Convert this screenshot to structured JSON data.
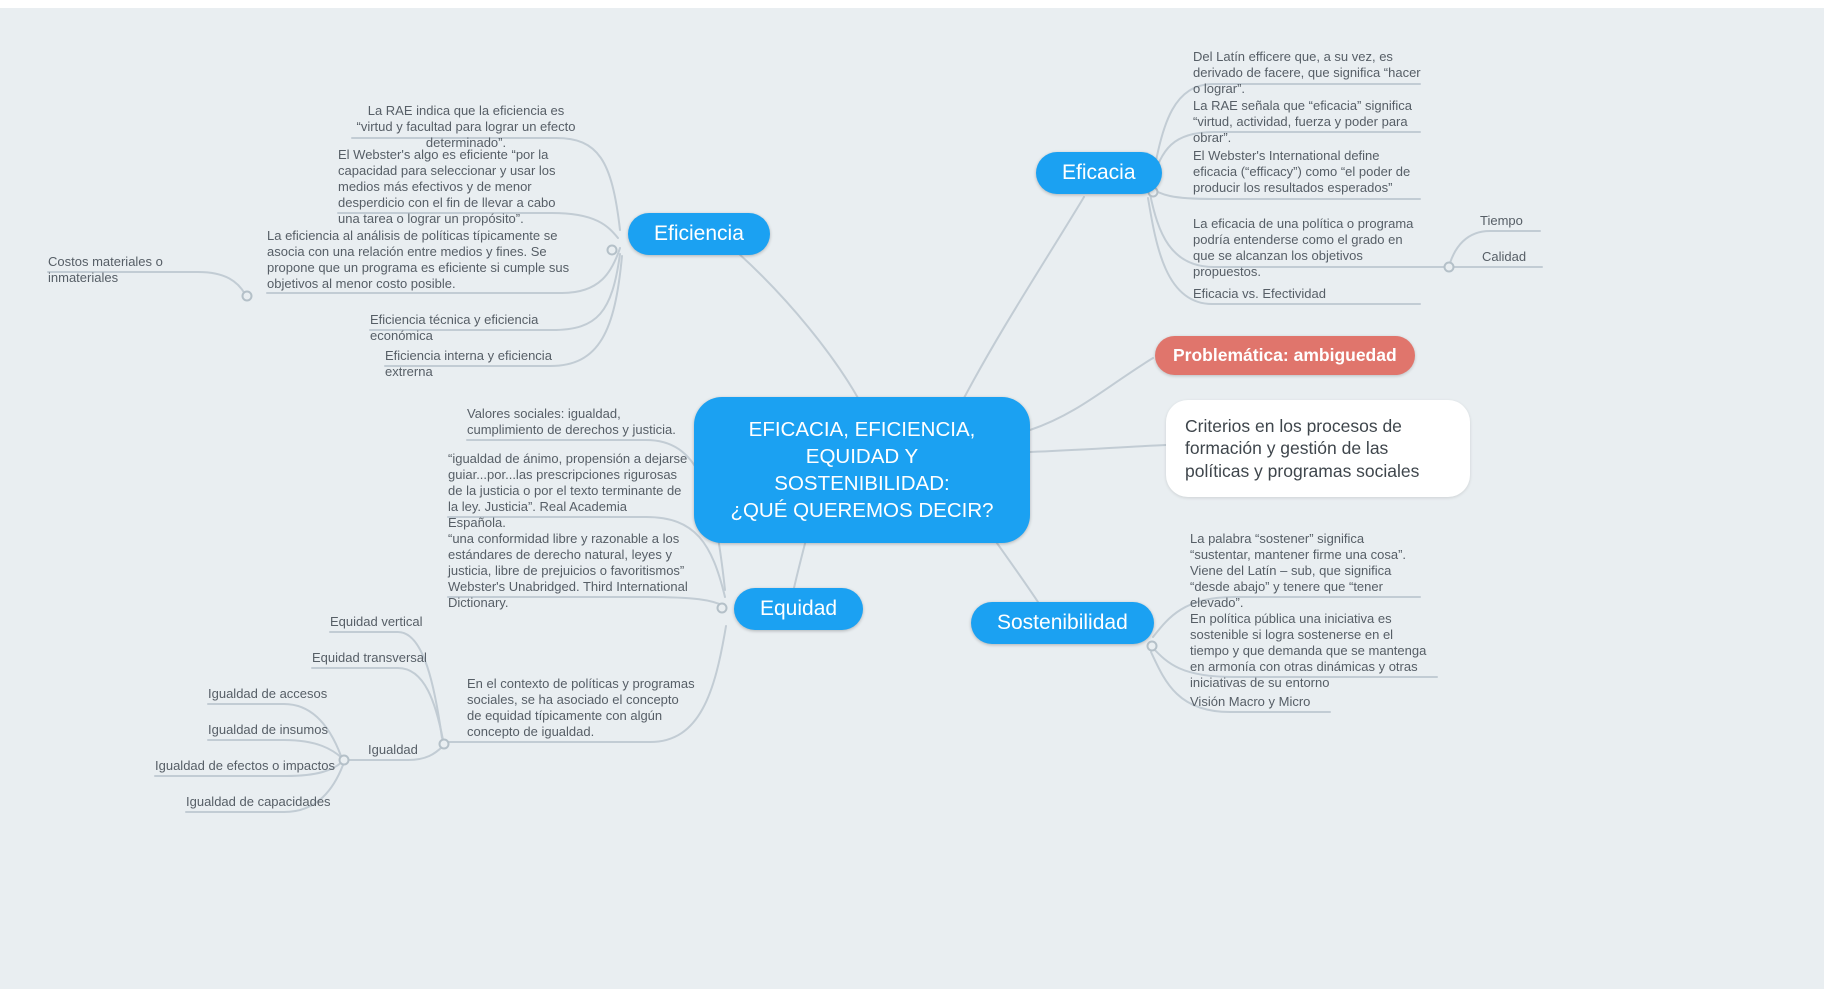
{
  "colors": {
    "background": "#e9eef1",
    "topic_blue": "#1ba1f2",
    "alert_red": "#e0756c",
    "wire_gray": "#c2ccd4",
    "text_gray": "#565e66"
  },
  "central": {
    "label": "EFICACIA, EFICIENCIA,\nEQUIDAD Y SOSTENIBILIDAD:\n¿QUÉ QUEREMOS DECIR?"
  },
  "problematica": {
    "label": "Problemática: ambiguedad"
  },
  "criterios": {
    "label": "Criterios en los procesos de formación y gestión de las políticas y programas sociales"
  },
  "eficiencia": {
    "label": "Eficiencia",
    "rae": "La RAE indica que la eficiencia es  “virtud y facultad para lograr un efecto determinado”.",
    "webster": "El Webster's algo es eficiente “por la capacidad para seleccionar y usar los medios más efectivos y de menor desperdicio con el fin de llevar a cabo una tarea o lograr un propósito”.",
    "analisis": "La eficiencia al análisis de políticas típicamente se asocia con una relación entre medios y fines. Se propone que un programa es eficiente si cumple sus objetivos al menor costo posible.",
    "costos": "Costos materiales o inmateriales",
    "tecnica": "Eficiencia técnica y eficiencia económica",
    "interna": "Eficiencia interna y eficiencia extrerna"
  },
  "eficacia": {
    "label": "Eficacia",
    "latin": "Del Latín efficere que, a su vez, es derivado de facere, que significa “hacer o lograr”.",
    "rae": "La RAE señala que “eficacia” significa “virtud, actividad, fuerza y poder para obrar”.",
    "webster": "El Webster's International define eficacia (“efficacy”) como “el poder de producir los resultados esperados”",
    "grado": "La eficacia de una política o programa podría entenderse como el grado en que se alcanzan los objetivos propuestos.",
    "tiempo": "Tiempo",
    "calidad": "Calidad",
    "vs": "Eficacia vs. Efectividad"
  },
  "equidad": {
    "label": "Equidad",
    "valores": "Valores sociales: igualdad, cumplimiento de derechos y justicia.",
    "animo": "“igualdad de ánimo, propensión a dejarse guiar...por...las prescripciones rigurosas de la justicia o por el texto terminante de la ley.  Justicia”.  Real Academia Española.",
    "conformidad": "“una conformidad libre y razonable a los estándares de derecho natural, leyes y justicia, libre de prejuicios o favoritismos”  Webster's Unabridged.  Third International Dictionary.",
    "contexto": "En el contexto de políticas y programas sociales,  se ha asociado el concepto de equidad típicamente con algún concepto de igualdad.",
    "vertical": "Equidad vertical",
    "transversal": "Equidad transversal",
    "igualdad": "Igualdad",
    "accesos": "Igualdad de accesos",
    "insumos": "Igualdad de insumos",
    "efectos": "Igualdad de efectos o impactos",
    "capacidades": "Igualdad de capacidades"
  },
  "sostenibilidad": {
    "label": "Sostenibilidad",
    "palabra": "La palabra “sostener” significa “sustentar, mantener firme una cosa”. Viene del Latín – sub, que significa “desde abajo” y tenere que “tener elevado”.",
    "politica": "En política pública una iniciativa es sostenible si logra sostenerse en el tiempo y que demanda que se mantenga en armonía con otras dinámicas y otras iniciativas de su entorno",
    "vision": "Visión Macro y Micro"
  }
}
